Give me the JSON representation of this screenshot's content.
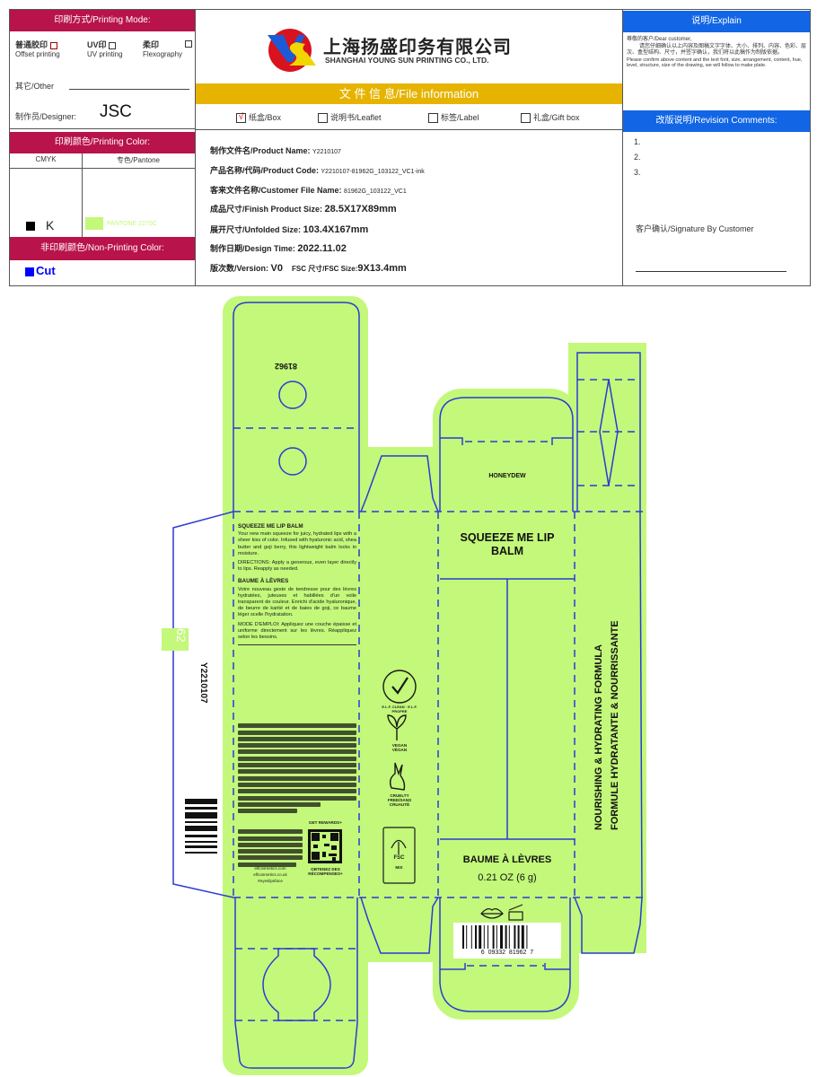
{
  "printing_mode": {
    "title": "印刷方式/Printing Mode:",
    "options": [
      {
        "cn": "普通胶印",
        "en": "Offset printing",
        "checked": true
      },
      {
        "cn": "UV印",
        "en": "UV printing",
        "checked": false
      },
      {
        "cn": "柔印",
        "en": "Flexography",
        "checked": false
      }
    ],
    "other_label": "其它/Other",
    "designer_label": "制作员/Designer:",
    "designer": "JSC"
  },
  "printing_color": {
    "title": "印刷颜色/Printing Color:",
    "cmyk_header": "CMYK",
    "pantone_header": "专色/Pantone",
    "cmyk_value": "K",
    "pantone_value": "PANTONE 2275C",
    "pantone_hex": "#c3f87a"
  },
  "non_printing": {
    "title": "非印刷颜色/Non-Printing Color:",
    "value": "Cut",
    "color": "#0000ff"
  },
  "company": {
    "cn": "上海扬盛印务有限公司",
    "en": "SHANGHAI YOUNG SUN PRINTING CO., LTD."
  },
  "file_info": {
    "title": "文 件 信 息/File information",
    "types": [
      {
        "label": "纸盒/Box",
        "checked": true
      },
      {
        "label": "说明书/Leaflet",
        "checked": false
      },
      {
        "label": "标签/Label",
        "checked": false
      },
      {
        "label": "礼盒/Gift box",
        "checked": false
      }
    ],
    "rows": [
      {
        "k": "制作文件名/Product Name:",
        "v": "Y2210107"
      },
      {
        "k": "产品名称/代码/Product Code:",
        "v": "Y2210107-81962G_103122_VC1-ink"
      },
      {
        "k": "客来文件名称/Customer File Name:",
        "v": "81962G_103122_VC1"
      },
      {
        "k": "成品尺寸/Finish Product Size:",
        "v": "28.5X17X89mm"
      },
      {
        "k": "展开尺寸/Unfolded Size:",
        "v": "103.4X167mm"
      },
      {
        "k": "制作日期/Design Time:",
        "v": "2022.11.02"
      },
      {
        "k": "版次数/Version:",
        "v": "V0"
      }
    ],
    "fsc_label": "FSC 尺寸/FSC Size:",
    "fsc_value": "9X13.4mm"
  },
  "explain": {
    "title": "说明/Explain",
    "greeting": "尊敬的客户/Dear customer,",
    "cn": "请您仔细确认以上内容及图稿文字字体、大小、排列、内容、色彩、层次、盒型结构、尺寸，并签字确认，我们将以此稿作为制版依据。",
    "en": "Please confirm above content and the text font, size, arrangement, content, hue, level, structure, size of the drawing, we will follow to make plate."
  },
  "revision": {
    "title": "改版说明/Revision Comments:",
    "items": [
      "1.",
      "2.",
      "3."
    ],
    "signature": "客户确认/Signature By Customer"
  },
  "dieline": {
    "glue_number": "62",
    "job_code": "Y2210107",
    "sku": "81962",
    "brand": "HONEYDEW",
    "front_title": "SQUEEZE ME LIP BALM",
    "front_fr": "BAUME À LÈVRES",
    "net_wt": "0.21 OZ (6 g)",
    "upc": "6  09332  81962  7",
    "side_en": "NOURISHING & HYDRATING FORMULA",
    "side_fr": "FORMULE HYDRATANTE & NOURRISSANTE",
    "back_title_en": "SQUEEZE ME LIP BALM",
    "back_body_en": "Your new main squeeze for juicy, hydrated lips with a sheer kiss of color. Infused with hyaluronic acid, shea butter and goji berry, this lightweight balm locks in moisture.",
    "back_dir_en": "DIRECTIONS: Apply a generous, even layer directly to lips. Reapply as needed.",
    "back_title_fr": "BAUME À LÈVRES",
    "back_body_fr": "Votre nouveau geste de tendresse pour des lèvres hydratées, juteuses et habillées d'un voile transparent de couleur. Enrichi d'acide hyaluronique, de beurre de karité et de baies de goji, ce baume léger scelle l'hydratation.",
    "back_dir_fr": "MODE D'EMPLOI: Appliquez une couche épaisse et uniforme directement sur les lèvres. Réappliquez selon les besoins.",
    "rewards_en": "GET REWARDS+",
    "rewards_fr": "OBTENEZ DES RÉCOMPENSES+",
    "web1": "elfcosmetics.com",
    "web2": "elfcosmetics.co.uk",
    "hashtag": "#eyeslipsface",
    "badge_clean": "E.L.F. CLEAN · E.L.F. PROPRE",
    "vegan": "VEGAN VÉGAN",
    "cruelty": "CRUELTY FREE/SANS CRUAUTÉ",
    "fsc": "FSC",
    "fsc_mix": "MIX"
  },
  "colors": {
    "bleed": "#c3f87a",
    "cut": "#2b3bd6",
    "red": "#b8134a",
    "blue": "#1266e6",
    "yellow": "#e6b400"
  }
}
